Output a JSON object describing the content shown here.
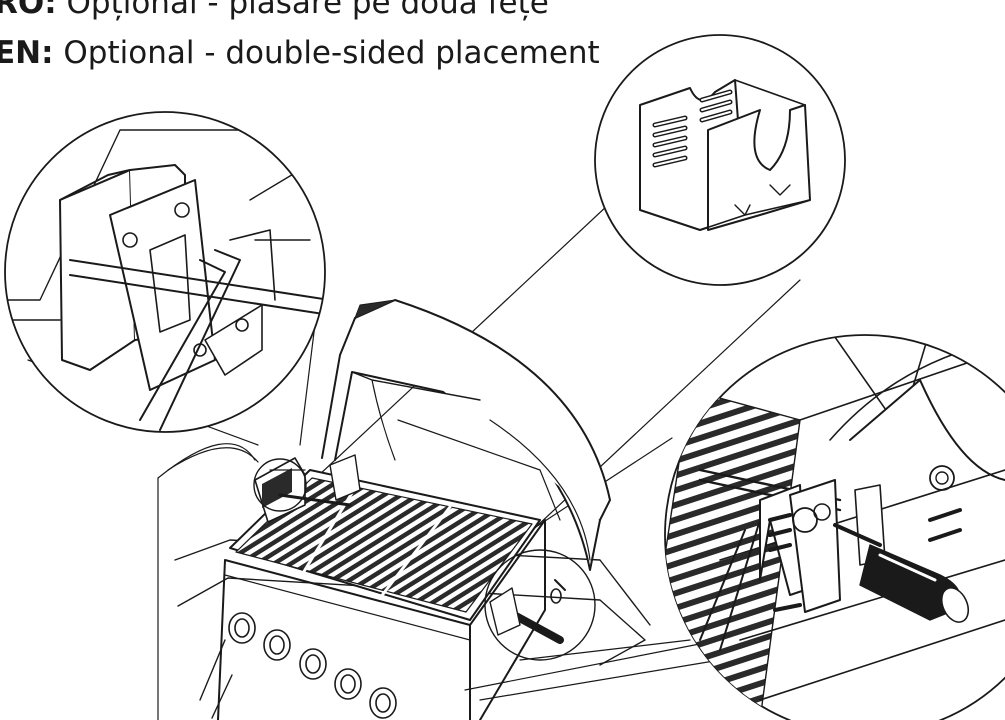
{
  "captions": [
    {
      "code": "RO:",
      "text": "Opțional - plasare pe două fețe"
    },
    {
      "code": "EN:",
      "text": "Optional - double-sided placement"
    }
  ],
  "colors": {
    "ink": "#1a1a1a",
    "paper": "#ffffff",
    "shade": "#555555"
  },
  "grill": {
    "control_knobs": 5
  }
}
